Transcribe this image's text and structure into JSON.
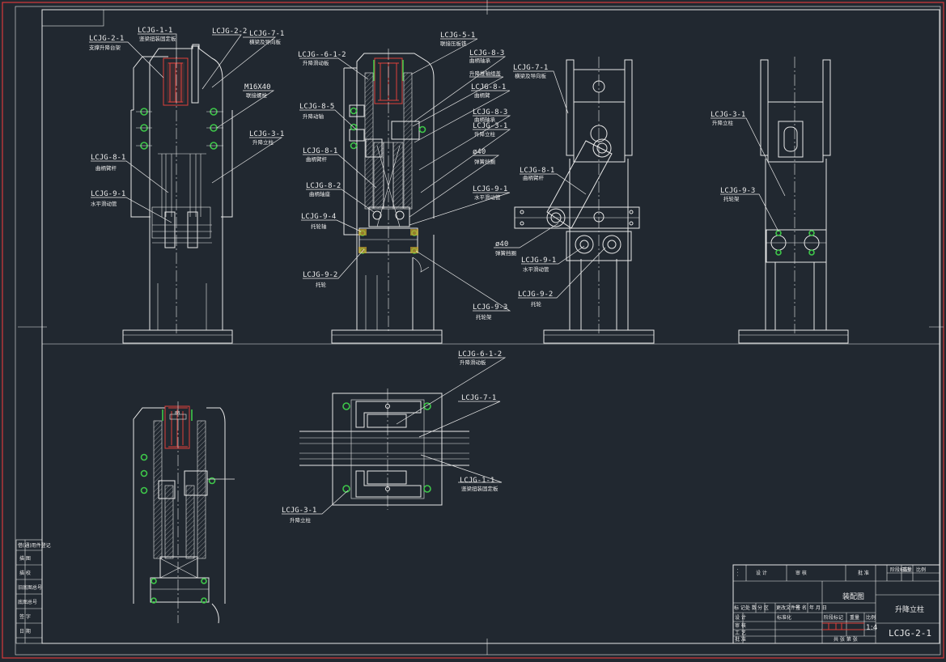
{
  "labels": {
    "l1": {
      "code": "LCJG-1-1",
      "sub": "竖梁扭装固定板"
    },
    "l2": {
      "code": "LCJG-2-2"
    },
    "l3": {
      "code": "LCJG-2-1",
      "sub": "支撑升降台架"
    },
    "l4": {
      "code": "LCJG-7-1",
      "sub": "横梁及导向板"
    },
    "l5": {
      "code": "M16X40",
      "sub": "联接螺栓"
    },
    "l6": {
      "code": "LCJG-3-1",
      "sub": "升降立柱"
    },
    "l7": {
      "code": "LCJG-8-1",
      "sub": "曲柄臂杆"
    },
    "l8": {
      "code": "LCJG-9-1",
      "sub": "水平滑动管"
    },
    "l9": {
      "code": "LCJG-5-1",
      "sub": "联接压板铁"
    },
    "l10": {
      "code": "LCJG--6-1-2",
      "sub": "升降滑动板"
    },
    "l11": {
      "code": "LCJG-8-3",
      "sub": "曲柄轴承"
    },
    "l12": {
      "sub": "升降推轴组盖"
    },
    "l13": {
      "code": "LCJG-8-1",
      "sub": "曲柄臂"
    },
    "l14": {
      "code": "LCJG-8-5",
      "sub": "升降动轴"
    },
    "l15": {
      "code": "LCJG-8-3",
      "sub": "曲柄轴承"
    },
    "l16": {
      "code": "LCJG-3-1",
      "sub": "升降立柱"
    },
    "l17": {
      "code": "LCJG-8-1",
      "sub": "曲柄臂杆"
    },
    "l18": {
      "code": "ø40",
      "sub": "弹簧挡圈"
    },
    "l19": {
      "code": "LCJG-8-2",
      "sub": "曲柄轴座"
    },
    "l20": {
      "code": "LCJG-9-1",
      "sub": "水平滑动管"
    },
    "l21": {
      "code": "LCJG-9-4",
      "sub": "托轮轴"
    },
    "l22": {
      "code": "LCJG-9-2",
      "sub": "托轮"
    },
    "l23": {
      "code": "LCJG-9-3",
      "sub": "托轮架"
    },
    "l24": {
      "code": "LCJG-7-1",
      "sub": "横梁及导向板"
    },
    "l25": {
      "code": "LCJG-8-1",
      "sub": "曲柄臂杆"
    },
    "l26": {
      "code": "ø40",
      "sub": "弹簧挡圈"
    },
    "l27": {
      "code": "LCJG-9-1",
      "sub": "水平滑动管"
    },
    "l28": {
      "code": "LCJG-9-2",
      "sub": "托轮"
    },
    "l29": {
      "code": "LCJG-3-1",
      "sub": "升降立柱"
    },
    "l30": {
      "code": "LCJG-9-3",
      "sub": "托轮架"
    },
    "l31": {
      "code": "LCJG-6-1-2",
      "sub": "升降滑动板"
    },
    "l32": {
      "code": "LCJG-7-1"
    },
    "l33": {
      "code": "LCJG-1-1",
      "sub": "竖梁扭装固定板"
    },
    "l34": {
      "code": "LCJG-3-1",
      "sub": "升降立柱"
    }
  },
  "dimension_88": "88",
  "left_stamp": [
    "借(通)用件登记",
    "描 图",
    "描 校",
    "旧底图总号",
    "底图总号",
    "签 字",
    "日 期"
  ],
  "title_block": {
    "header": [
      "标 记",
      "处 数",
      "分 区",
      "更改文件号",
      "签 名",
      "年 月 日"
    ],
    "drawing_type": "装配图",
    "name": "升降立柱",
    "code": "LCJG-2-1",
    "scale": "1:4",
    "rows": [
      "设 计",
      "标准化",
      "审 核",
      "工 艺",
      "批 准"
    ],
    "labels": [
      "阶段标记",
      "重量",
      "比例"
    ],
    "sheet": "共 张 第 张"
  }
}
